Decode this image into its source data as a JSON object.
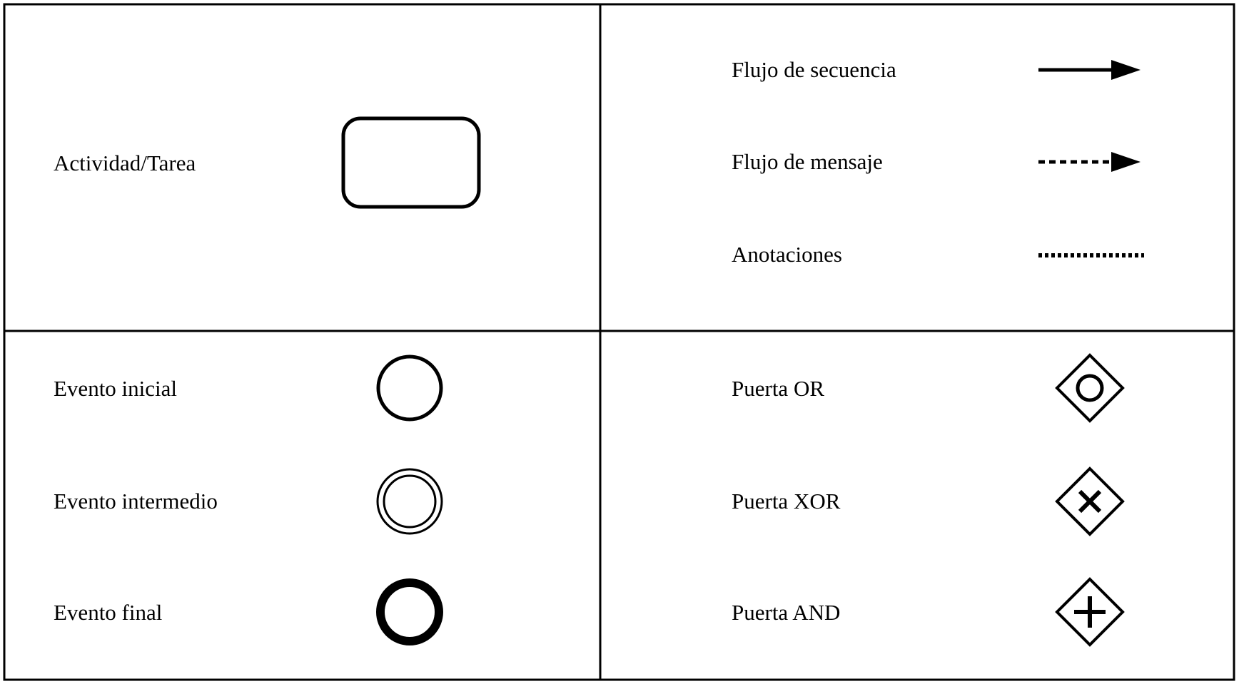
{
  "legend": {
    "activity": {
      "label": "Actividad/Tarea",
      "icon": "rounded-rectangle-icon"
    },
    "flows": [
      {
        "label": "Flujo de secuencia",
        "icon": "solid-arrow-icon"
      },
      {
        "label": "Flujo de mensaje",
        "icon": "dashed-arrow-icon"
      },
      {
        "label": "Anotaciones",
        "icon": "dotted-line-icon"
      }
    ],
    "events": [
      {
        "label": "Evento inicial",
        "icon": "thin-circle-icon"
      },
      {
        "label": "Evento intermedio",
        "icon": "double-circle-icon"
      },
      {
        "label": "Evento final",
        "icon": "thick-circle-icon"
      }
    ],
    "gateways": [
      {
        "label": "Puerta OR",
        "icon": "diamond-circle-icon"
      },
      {
        "label": "Puerta XOR",
        "icon": "diamond-x-icon"
      },
      {
        "label": "Puerta AND",
        "icon": "diamond-plus-icon"
      }
    ]
  }
}
